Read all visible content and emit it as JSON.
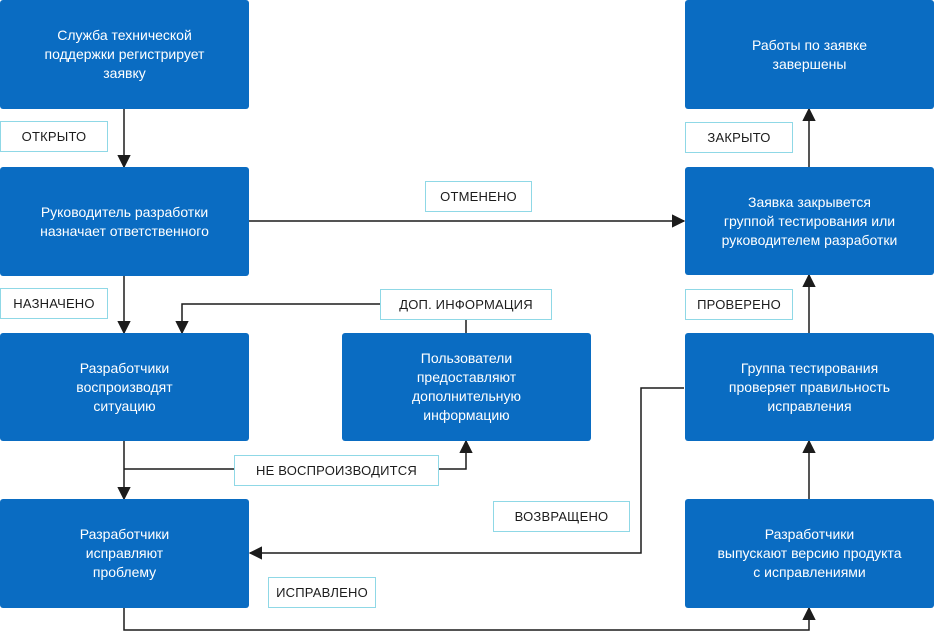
{
  "nodes": {
    "support_registers": "Служба технической\nподдержки регистрирует\nзаявку",
    "lead_assigns": "Руководитель разработки\nназначает ответственного",
    "devs_reproduce": "Разработчики\nвоспроизводят\nситуацию",
    "users_provide": "Пользователи\nпредоставляют\nдополнительную\nинформацию",
    "devs_fix": "Разработчики\nисправляют\nпроблему",
    "work_done": "Работы по заявке\nзавершены",
    "ticket_closed_by": "Заявка закрывется\nгруппой тестирования или\nруководителем разработки",
    "qa_checks": "Группа тестирования\nпроверяет правильность\nисправления",
    "devs_release": "Разработчики\nвыпускают версию продукта\nс исправлениями"
  },
  "labels": {
    "opened": "ОТКРЫТО",
    "assigned": "НАЗНАЧЕНО",
    "canceled": "ОТМЕНЕНО",
    "more_info": "ДОП. ИНФОРМАЦИЯ",
    "not_reproducible": "НЕ ВОСПРОИЗВОДИТСЯ",
    "returned": "ВОЗВРАЩЕНО",
    "fixed": "ИСПРАВЛЕНО",
    "verified": "ПРОВЕРЕНО",
    "closed": "ЗАКРЫТО"
  },
  "colors": {
    "node_fill": "#0a6cc2",
    "node_text": "#ffffff",
    "tag_border": "#8fd8e6",
    "edge": "#1c1c1c"
  }
}
